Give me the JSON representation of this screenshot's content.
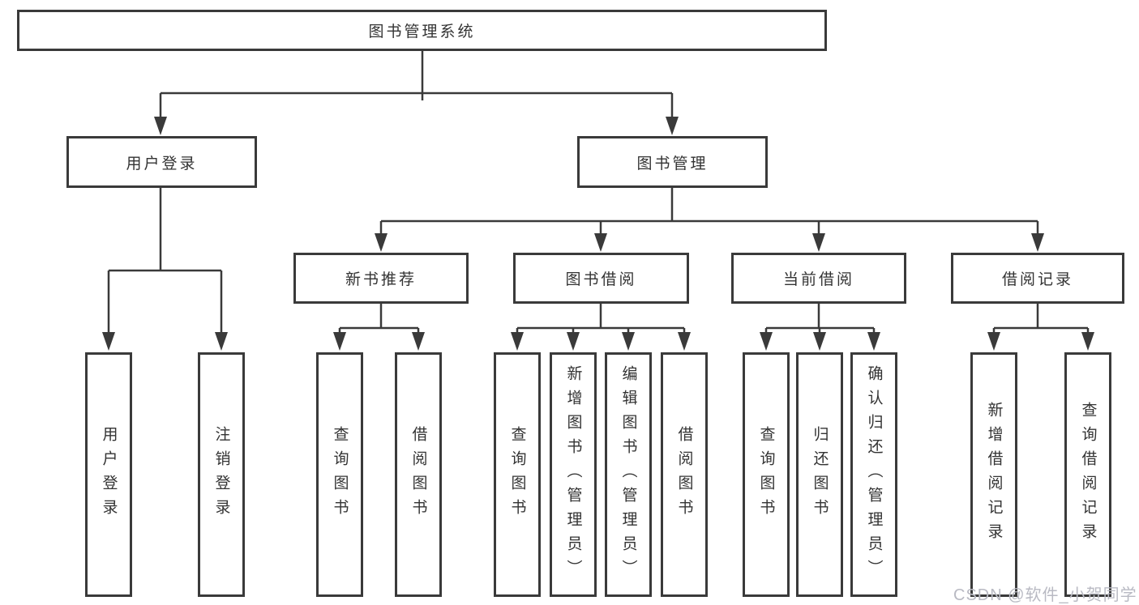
{
  "diagram": {
    "colors": {
      "line": "#3a3a3a",
      "box_border": "#3a3a3a",
      "text": "#333333",
      "background": "#ffffff",
      "watermark": "#b9bac3"
    },
    "tree": {
      "root": {
        "label": "图书管理系统",
        "children": [
          {
            "label": "用户登录",
            "children": [
              {
                "label": "用户登录"
              },
              {
                "label": "注销登录"
              }
            ]
          },
          {
            "label": "图书管理",
            "children": [
              {
                "label": "新书推荐",
                "children": [
                  {
                    "label": "查询图书"
                  },
                  {
                    "label": "借阅图书"
                  }
                ]
              },
              {
                "label": "图书借阅",
                "children": [
                  {
                    "label": "查询图书"
                  },
                  {
                    "label": "新增图书（管理员）"
                  },
                  {
                    "label": "编辑图书（管理员）"
                  },
                  {
                    "label": "借阅图书"
                  }
                ]
              },
              {
                "label": "当前借阅",
                "children": [
                  {
                    "label": "查询图书"
                  },
                  {
                    "label": "归还图书"
                  },
                  {
                    "label": "确认归还（管理员）"
                  }
                ]
              },
              {
                "label": "借阅记录",
                "children": [
                  {
                    "label": "新增借阅记录"
                  },
                  {
                    "label": "查询借阅记录"
                  }
                ]
              }
            ]
          }
        ]
      }
    },
    "watermark": {
      "text": "CSDN @软件_小贺同学"
    }
  }
}
